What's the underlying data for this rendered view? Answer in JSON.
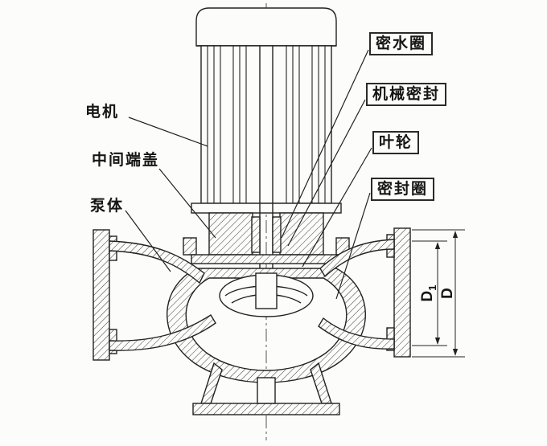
{
  "colors": {
    "line": "#222222",
    "background": "#fcfcfa"
  },
  "callouts": {
    "left": [
      {
        "id": "motor",
        "label": "电机"
      },
      {
        "id": "intermediate-end-cover",
        "label": "中间端盖"
      },
      {
        "id": "pump-body",
        "label": "泵体"
      }
    ],
    "right": [
      {
        "id": "water-seal-ring",
        "label": "密水圈"
      },
      {
        "id": "mechanical-seal",
        "label": "机械密封"
      },
      {
        "id": "impeller",
        "label": "叶轮"
      },
      {
        "id": "seal-ring",
        "label": "密封圈"
      }
    ]
  },
  "dimensions": {
    "d1": {
      "main": "D",
      "sub": "1"
    },
    "d": {
      "main": "D"
    }
  }
}
